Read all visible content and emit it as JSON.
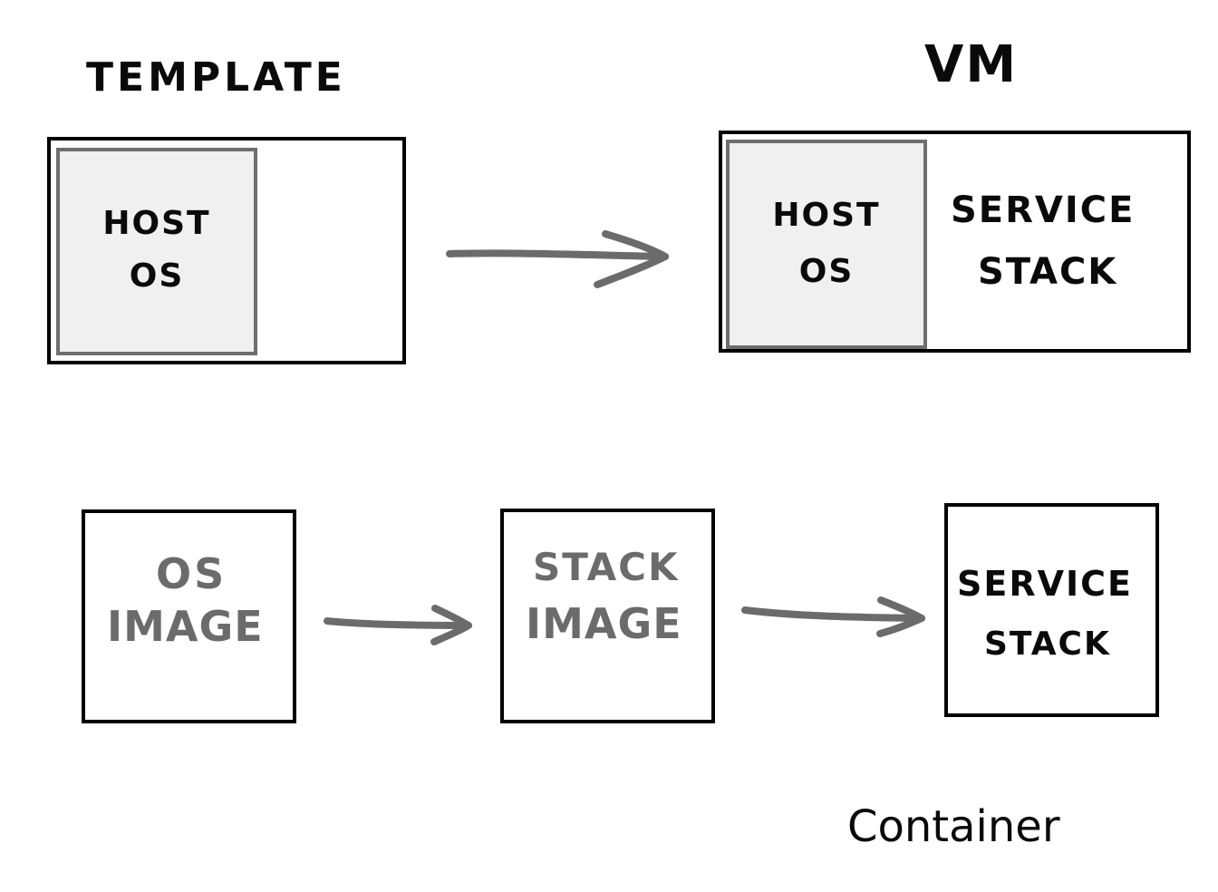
{
  "labels": {
    "template": "Template",
    "vm": "VM",
    "container": "Container"
  },
  "template_box": {
    "inner": [
      "Host",
      "OS"
    ]
  },
  "vm_box": {
    "inner": [
      "Host",
      "OS"
    ],
    "service": [
      "Service",
      "Stack"
    ]
  },
  "bottom_boxes": {
    "os_image": [
      "OS",
      "Image"
    ],
    "stack_image": [
      "Stack",
      "Image"
    ],
    "service_stack": [
      "Service",
      "Stack"
    ]
  },
  "colors": {
    "ink": "#000000",
    "gray_ink": "#6b6b6b",
    "inner_fill": "#f0f0f0",
    "arrow": "#6b6b6b"
  }
}
